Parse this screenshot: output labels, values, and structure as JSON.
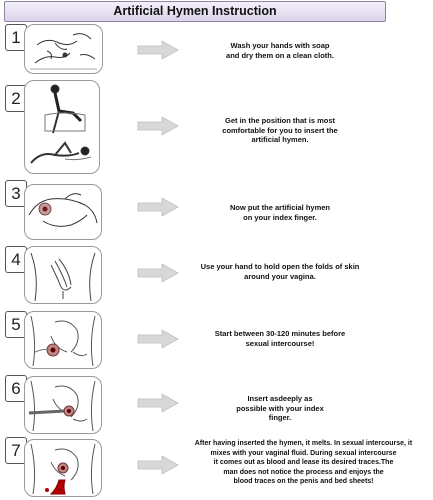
{
  "title": "Artificial Hymen Instruction",
  "steps": [
    {
      "number": "1",
      "text": "Wash your hands with soap\nand dry them on a clean cloth.",
      "illustration": "washing-hands"
    },
    {
      "number": "2",
      "text": "Get in the position that is most\ncomfortable for you to insert the\nartificial hymen.",
      "illustration": "positions"
    },
    {
      "number": "3",
      "text": "Now put the artificial hymen\non your index finger.",
      "illustration": "hymen-on-finger"
    },
    {
      "number": "4",
      "text": "Use your hand to hold open the folds of skin\naround your vagina.",
      "illustration": "hand-hold"
    },
    {
      "number": "5",
      "text": "Start between 30-120 minutes before\nsexual intercourse!",
      "illustration": "anatomy-insert"
    },
    {
      "number": "6",
      "text": "Insert asdeeply as\npossible with your index\nfinger.",
      "illustration": "anatomy-deep"
    },
    {
      "number": "7",
      "text": "After having inserted the hymen, it melts. In sexual intercourse, it\nmixes with your vaginal fluid. During sexual intercourse\nit comes out as blood and lease its desired traces.The\nman does not notice the process and enjoys the\nblood traces on the penis and bed sheets!",
      "illustration": "anatomy-blood"
    }
  ]
}
